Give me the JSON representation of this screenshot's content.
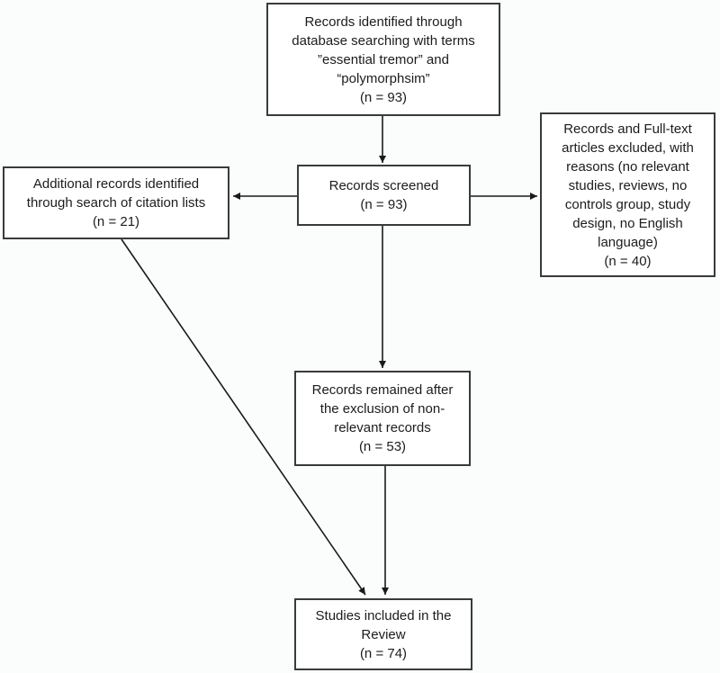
{
  "colors": {
    "background": "#fbfdfd",
    "box_fill": "#ffffff",
    "border_color": "#3a3a3a",
    "text_color": "#1c1c1c",
    "arrow_color": "#1a1a1a"
  },
  "nodes": {
    "identified": {
      "text": "Records identified through\ndatabase searching with terms\n”essential tremor” and\n“polymorphsim”\n(n = 93)"
    },
    "screened": {
      "text": "Records screened\n(n = 93)"
    },
    "additional": {
      "text": "Additional records identified\nthrough search of citation lists\n(n = 21)"
    },
    "excluded": {
      "text": "Records and Full-text\narticles excluded, with\nreasons (no relevant\nstudies, reviews, no\ncontrols group, study\ndesign, no English\nlanguage)\n(n = 40)"
    },
    "remained": {
      "text": "Records remained after\nthe exclusion of non-\nrelevant records\n(n = 53)"
    },
    "included": {
      "text": "Studies included in the\nReview\n(n = 74)"
    }
  },
  "flows": [
    {
      "from": "identified",
      "to": "screened"
    },
    {
      "from": "screened",
      "to": "additional"
    },
    {
      "from": "screened",
      "to": "excluded"
    },
    {
      "from": "screened",
      "to": "remained"
    },
    {
      "from": "remained",
      "to": "included"
    },
    {
      "from": "additional",
      "to": "included"
    }
  ]
}
